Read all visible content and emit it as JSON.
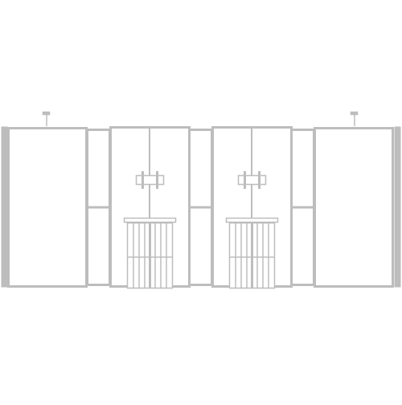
{
  "diagram": {
    "frame_color": "#bdbdbd",
    "frame_dark_color": "#a8a8a8",
    "panel_fill": "#ffffff",
    "background": "#ffffff",
    "components": [
      "end-post",
      "graphic-panel",
      "spotlight",
      "connector-panel",
      "tv-bay",
      "monitor-mount",
      "counter-kiosk"
    ]
  }
}
